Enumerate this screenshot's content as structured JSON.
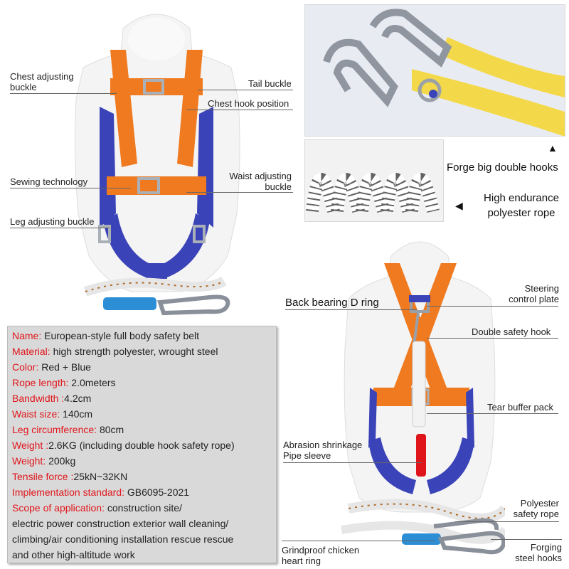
{
  "front_labels": {
    "chest_adjusting": "Chest adjusting\nbuckle",
    "tail_buckle": "Tail buckle",
    "chest_hook": "Chest hook position",
    "sewing": "Sewing technology",
    "waist_adjusting": "Waist adjusting\nbuckle",
    "leg_adjusting": "Leg adjusting buckle"
  },
  "top_right": {
    "hooks_label": "Forge big double hooks",
    "rope_label": "High endurance\npolyester rope"
  },
  "back_labels": {
    "back_d_ring": "Back bearing D ring",
    "steering": "Steering\ncontrol plate",
    "double_hook": "Double safety hook",
    "tear_buffer": "Tear buffer pack",
    "abrasion": "Abrasion shrinkage\nPipe sleeve",
    "polyester_rope": "Polyester\nsafety rope",
    "grindproof": "Grindproof chicken\nheart ring",
    "forging": "Forging\nsteel hooks"
  },
  "specs": [
    {
      "k": "Name:",
      "v": " European-style full body safety belt"
    },
    {
      "k": "Material:",
      "v": " high strength polyester, wrought steel"
    },
    {
      "k": "Color:",
      "v": " Red + Blue"
    },
    {
      "k": "Rope length:",
      "v": " 2.0meters"
    },
    {
      "k": "Bandwidth :",
      "v": "4.2cm"
    },
    {
      "k": "Waist size:",
      "v": " 140cm"
    },
    {
      "k": "Leg circumference:",
      "v": " 80cm"
    },
    {
      "k": "Weight :",
      "v": "2.6KG (including double hook safety rope)"
    },
    {
      "k": "Weight:",
      "v": " 200kg"
    },
    {
      "k": "Tensile force :",
      "v": "25kN~32KN"
    },
    {
      "k": "Implementation standard:",
      "v": "  GB6095-2021"
    },
    {
      "k": "Scope of application:",
      "v": " construction site/"
    },
    {
      "k": "",
      "v": "electric power construction exterior wall cleaning/"
    },
    {
      "k": "",
      "v": "climbing/air conditioning installation rescue rescue"
    },
    {
      "k": "",
      "v": "and other high-altitude work"
    }
  ],
  "colors": {
    "orange": "#f07a1f",
    "blue": "#3b43b8",
    "red": "#e0151b",
    "yellow": "#f3d94a"
  }
}
